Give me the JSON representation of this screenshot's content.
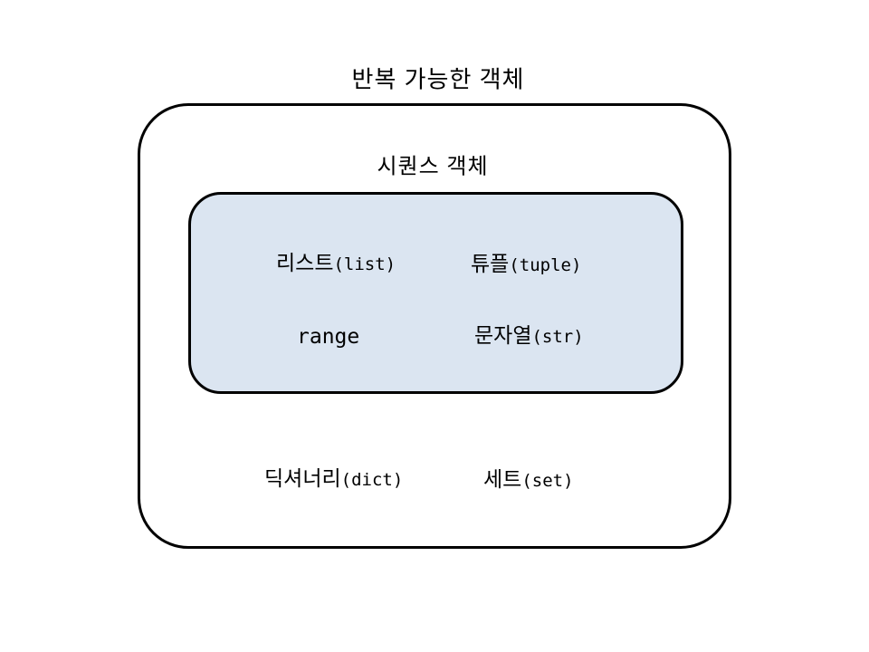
{
  "colors": {
    "inner_fill": "#dbe5f1",
    "outline": "#000000",
    "background": "#ffffff",
    "text": "#000000"
  },
  "diagram": {
    "title": "반복 가능한 객체",
    "sequence_group_label": "시퀀스 객체",
    "sequence_items": [
      {
        "id": "list",
        "ko": "리스트",
        "en": "(list)"
      },
      {
        "id": "tuple",
        "ko": "튜플",
        "en": "(tuple)"
      },
      {
        "id": "range",
        "ko": "",
        "en": "range"
      },
      {
        "id": "str",
        "ko": "문자열",
        "en": "(str)"
      }
    ],
    "iterable_only_items": [
      {
        "id": "dict",
        "ko": "딕셔너리",
        "en": "(dict)"
      },
      {
        "id": "set",
        "ko": "세트",
        "en": "(set)"
      }
    ]
  }
}
